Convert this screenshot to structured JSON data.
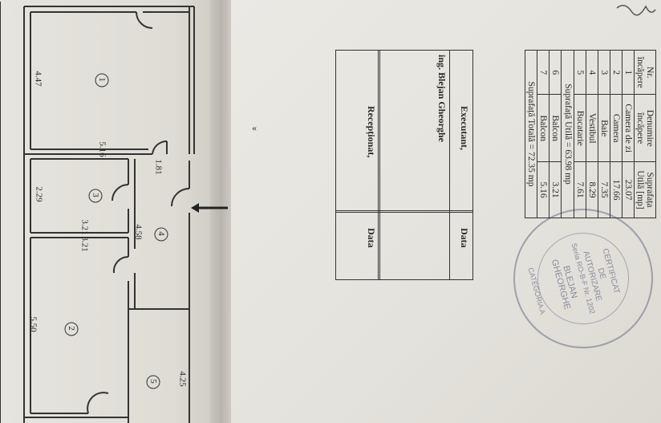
{
  "plan": {
    "dims": {
      "room1_h": "4.47",
      "room1_w": "5.16",
      "door_w": "1.81",
      "room3_h": "2.29",
      "room3_w": "3.21",
      "room2_w": "3.21",
      "vest_len": "4.58",
      "room2_h": "5.50",
      "room5_h": "4.25"
    },
    "rooms": [
      "1",
      "2",
      "3",
      "4",
      "5"
    ]
  },
  "table": {
    "headers": {
      "nr_1": "Nr.",
      "nr_2": "încăpere",
      "denumire_1": "Denumire",
      "denumire_2": "încăpere",
      "suprafata_1": "Suprafața",
      "suprafata_2": "Utilă [mp]"
    },
    "rows": [
      {
        "nr": "1",
        "name": "Camera de zi",
        "area": "23.07"
      },
      {
        "nr": "2",
        "name": "Camera",
        "area": "17.66"
      },
      {
        "nr": "3",
        "name": "Baie",
        "area": "7.35"
      },
      {
        "nr": "4",
        "name": "Vestibul",
        "area": "8.29"
      },
      {
        "nr": "5",
        "name": "Bucatarie",
        "area": "7.61"
      }
    ],
    "useful_total": "Suprafață Utilă = 63.98 mp",
    "balcony_rows": [
      {
        "nr": "6",
        "name": "Balcon",
        "area": "3.21"
      },
      {
        "nr": "7",
        "name": "Balcon",
        "area": "5.16"
      }
    ],
    "grand_total": "Suprafață Totală = 72.35 mp"
  },
  "signatures": {
    "executant_label": "Executant,",
    "executant_name": "ing. Blejan Gheorghe",
    "executant_date": "Data",
    "receptionat_label": "Recepționat,",
    "receptionat_date": "Data"
  },
  "stamp": {
    "line1": "CERTIFICAT",
    "line2": "DE",
    "line3": "AUTORIZARE",
    "line4": "Seria RO-B-F Nr. 1202",
    "line5": "BLEJAN",
    "line6": "GHEORGHE",
    "line7": "CATEGORIA A"
  },
  "colors": {
    "ink": "#2a2a2a",
    "stamp": "#5a5a8a"
  }
}
